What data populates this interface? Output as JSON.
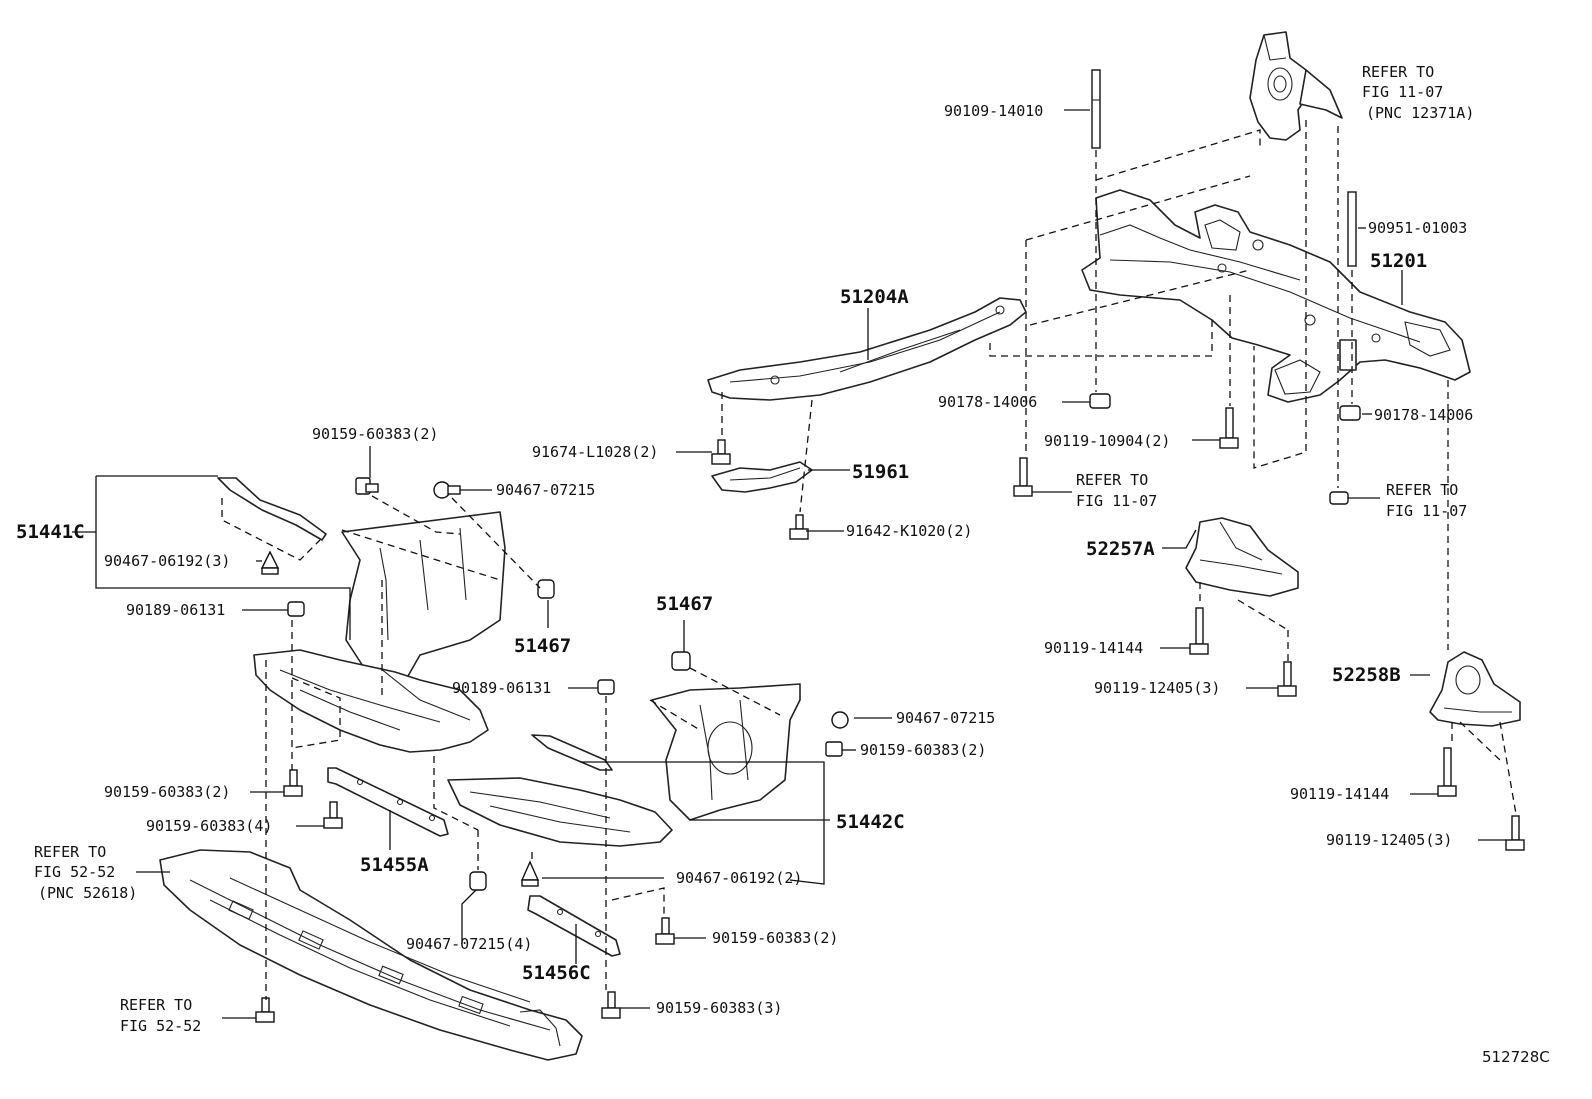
{
  "figure_code": "512728C",
  "parts": {
    "p90109_14010": "90109-14010",
    "p90951_01003": "90951-01003",
    "p51201": "51201",
    "p51204A": "51204A",
    "p90178_14006_a": "90178-14006",
    "p90178_14006_b": "90178-14006",
    "p91674_L1028": "91674-L1028(2)",
    "p90119_10904": "90119-10904(2)",
    "p51961": "51961",
    "p91642_K1020": "91642-K1020(2)",
    "p52257A": "52257A",
    "p90119_14144_a": "90119-14144",
    "p90119_12405_a": "90119-12405(3)",
    "p52258B": "52258B",
    "p90119_14144_b": "90119-14144",
    "p90119_12405_b": "90119-12405(3)",
    "p90159_60383_top": "90159-60383(2)",
    "p90467_07215_top": "90467-07215",
    "p51441C": "51441C",
    "p90467_06192_left": "90467-06192(3)",
    "p90189_06131_left": "90189-06131",
    "p51467_left": "51467",
    "p51467_right": "51467",
    "p90189_06131_mid": "90189-06131",
    "p90467_07215_mid": "90467-07215",
    "p90159_60383_mid": "90159-60383(2)",
    "p90159_60383_left2": "90159-60383(2)",
    "p90159_60383_left4": "90159-60383(4)",
    "p51442C": "51442C",
    "p51455A": "51455A",
    "p90467_06192_bottom": "90467-06192(2)",
    "p90467_07215_4": "90467-07215(4)",
    "p90159_60383_bot2": "90159-60383(2)",
    "p51456C": "51456C",
    "p90159_60383_bot3": "90159-60383(3)"
  },
  "refs": {
    "ref_top_right": [
      "REFER TO",
      "FIG 11-07",
      "(PNC 12371A)"
    ],
    "ref_mid_left": [
      "REFER TO",
      "FIG 11-07"
    ],
    "ref_mid_right": [
      "REFER TO",
      "FIG 11-07"
    ],
    "ref_52_52_pnc": [
      "REFER TO",
      "FIG 52-52",
      "(PNC 52618)"
    ],
    "ref_52_52": [
      "REFER TO",
      "FIG 52-52"
    ]
  }
}
